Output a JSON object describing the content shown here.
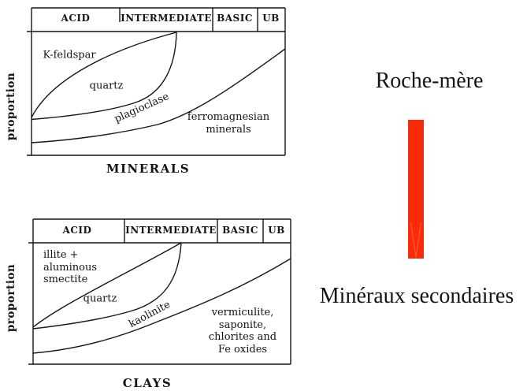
{
  "figure": {
    "minerals_chart": {
      "categories": [
        "ACID",
        "INTERMEDIATE",
        "BASIC",
        "UB"
      ],
      "y_axis_label": "proportion",
      "caption": "MINERALS",
      "regions": {
        "k_feldspar": "K-feldspar",
        "quartz": "quartz",
        "plagioclase": "plagioclase",
        "ferromagnesian_line1": "ferromagnesian",
        "ferromagnesian_line2": "minerals"
      }
    },
    "clays_chart": {
      "categories": [
        "ACID",
        "INTERMEDIATE",
        "BASIC",
        "UB"
      ],
      "y_axis_label": "proportion",
      "caption": "CLAYS",
      "regions": {
        "illite_line1": "illite +",
        "illite_line2": "aluminous",
        "illite_line3": "smectite",
        "quartz": "quartz",
        "kaolinite": "kaolinite",
        "vermiculite_line1": "vermiculite,",
        "vermiculite_line2": "saponite,",
        "vermiculite_line3": "chlorites and",
        "vermiculite_line4": "Fe oxides"
      }
    },
    "annotations": {
      "parent_rock_label": "Roche-mère",
      "secondary_minerals_label": "Minéraux secondaires"
    },
    "colors": {
      "line": "#161616",
      "arrow_fill": "#f92b08",
      "arrow_shaft_outline": "#d93a10",
      "arrow_head_outline": "#fd5a33"
    }
  }
}
